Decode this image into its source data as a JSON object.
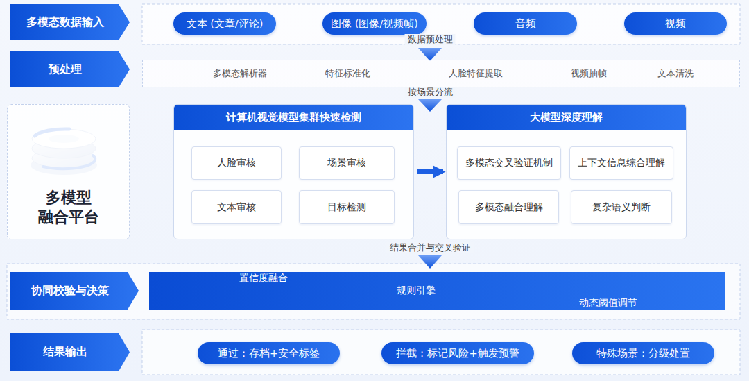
{
  "diagram": {
    "nodes": [
      {
        "text": [
          "多模态数据输入"
        ]
      },
      {
        "text": [
          "文本 (文章/评论)"
        ]
      },
      {
        "text": [
          "图像 (图像/视频帧)"
        ]
      },
      {
        "text": [
          "音频"
        ]
      },
      {
        "text": [
          "视频"
        ]
      },
      {
        "text": [
          "预处理"
        ]
      },
      {
        "text": [
          "多模态解析器",
          "特征标准化",
          "人脸特征提取",
          "视频抽帧",
          "文本清洗"
        ]
      },
      {
        "text": [
          "多模型 融合平台"
        ]
      },
      {
        "text": [
          "计算机视觉模型集群快速检测"
        ]
      },
      {
        "text": [
          "人脸审核"
        ],
        "in": 8
      },
      {
        "text": [
          "场景审核"
        ],
        "in": 8
      },
      {
        "text": [
          "文本审核"
        ],
        "in": 8
      },
      {
        "text": [
          "目标检测"
        ],
        "in": 8
      },
      {
        "text": [
          "大模型深度理解"
        ]
      },
      {
        "text": [
          "多模态交叉验证机制"
        ],
        "in": 13
      },
      {
        "text": [
          "上下文信息综合理解"
        ],
        "in": 13
      },
      {
        "text": [
          "多模态融合理解"
        ],
        "in": 13
      },
      {
        "text": [
          "复杂语义判断"
        ],
        "in": 13
      },
      {
        "text": [
          "协同校验与决策"
        ]
      },
      {
        "text": [
          "置信度融合",
          "规则引擎",
          "动态阈值调节"
        ]
      },
      {
        "text": [
          "结果输出"
        ]
      },
      {
        "text": [
          "通过：存档+安全标签"
        ]
      },
      {
        "text": [
          "拦截：标记风险+触发预警"
        ]
      },
      {
        "text": [
          "特殊场景：分级处置"
        ]
      }
    ],
    "edges": [
      {
        "from": 8,
        "to": 13,
        "arrow": "to"
      }
    ],
    "labels": [
      "数据预处理",
      "按场景分流",
      "结果合并与交叉验证"
    ]
  }
}
